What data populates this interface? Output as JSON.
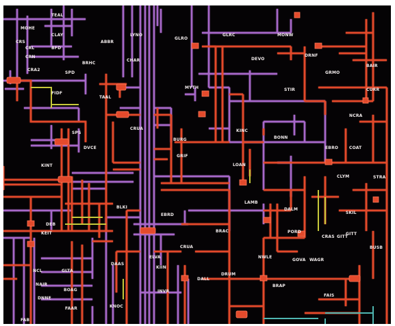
{
  "photo": {
    "subject": "Power grid control room mimic display",
    "colors": {
      "background": "#050305",
      "red_lines": "#e34a2c",
      "purple_lines": "#a768c9",
      "yellow_lines": "#c7c93a",
      "cyan_lines": "#4fb7b2",
      "label_text": "#f2ecec"
    },
    "labels": [
      {
        "id": "l1",
        "text": "MOHE"
      },
      {
        "id": "l2",
        "text": "CLAY"
      },
      {
        "id": "l3",
        "text": "CRS"
      },
      {
        "id": "l4",
        "text": "CRL"
      },
      {
        "id": "l5",
        "text": "BFD"
      },
      {
        "id": "l6",
        "text": "CRN"
      },
      {
        "id": "l7",
        "text": "CRA2"
      },
      {
        "id": "l8",
        "text": "FIDF"
      },
      {
        "id": "l9",
        "text": "TAAL"
      },
      {
        "id": "l10",
        "text": "BRHC"
      },
      {
        "id": "l11",
        "text": "ABBR"
      },
      {
        "id": "l12",
        "text": "CHAR"
      },
      {
        "id": "l13",
        "text": "LYNO"
      },
      {
        "id": "l14",
        "text": "GLRO"
      },
      {
        "id": "l15",
        "text": "GLRC"
      },
      {
        "id": "l16",
        "text": "MONW"
      },
      {
        "id": "l17",
        "text": "DEVO"
      },
      {
        "id": "l18",
        "text": "STIR"
      },
      {
        "id": "l19",
        "text": "DRNF"
      },
      {
        "id": "l20",
        "text": "GRMO"
      },
      {
        "id": "l21",
        "text": "BAIR"
      },
      {
        "id": "l22",
        "text": "CURR"
      },
      {
        "id": "l23",
        "text": "MYTH"
      },
      {
        "id": "l24",
        "text": "NCRA"
      },
      {
        "id": "l25",
        "text": "BONN"
      },
      {
        "id": "l26",
        "text": "KINC"
      },
      {
        "id": "l27",
        "text": "EBRO"
      },
      {
        "id": "l28",
        "text": "COAT"
      },
      {
        "id": "l29",
        "text": "GRIF"
      },
      {
        "id": "l30",
        "text": "BURG"
      },
      {
        "id": "l31",
        "text": "LOAN"
      },
      {
        "id": "l32",
        "text": "CRUA"
      },
      {
        "id": "l33",
        "text": "KINT"
      },
      {
        "id": "l34",
        "text": "DVCE"
      },
      {
        "id": "l35",
        "text": "BLKI"
      },
      {
        "id": "l36",
        "text": "EBRD"
      },
      {
        "id": "l37",
        "text": "BRAC"
      },
      {
        "id": "l38",
        "text": "LAMB"
      },
      {
        "id": "l39",
        "text": "DALM"
      },
      {
        "id": "l40",
        "text": "CLYM"
      },
      {
        "id": "l41",
        "text": "STRA"
      },
      {
        "id": "l42",
        "text": "SKIL"
      },
      {
        "id": "l43",
        "text": "PORD"
      },
      {
        "id": "l44",
        "text": "CRAS"
      },
      {
        "id": "l45",
        "text": "GITT"
      },
      {
        "id": "l46",
        "text": "NWLE"
      },
      {
        "id": "l47",
        "text": "GOVA"
      },
      {
        "id": "l48",
        "text": "WAGR"
      },
      {
        "id": "l49",
        "text": "BUSB"
      },
      {
        "id": "l50",
        "text": "DRUM"
      },
      {
        "id": "l51",
        "text": "DALL"
      },
      {
        "id": "l52",
        "text": "CRUA"
      },
      {
        "id": "l53",
        "text": "DAAS"
      },
      {
        "id": "l54",
        "text": "ELVA"
      },
      {
        "id": "l55",
        "text": "KIIN"
      },
      {
        "id": "l56",
        "text": "INVR"
      },
      {
        "id": "l57",
        "text": "KNOC"
      },
      {
        "id": "l58",
        "text": "BRAP"
      },
      {
        "id": "l59",
        "text": "FAIS"
      },
      {
        "id": "l60",
        "text": "KEIT"
      },
      {
        "id": "l61",
        "text": "NCL"
      },
      {
        "id": "l62",
        "text": "GLTA"
      },
      {
        "id": "l63",
        "text": "NAIR"
      },
      {
        "id": "l64",
        "text": "BOAG"
      },
      {
        "id": "l65",
        "text": "DNNE"
      },
      {
        "id": "l66",
        "text": "FAAR"
      },
      {
        "id": "l67",
        "text": "DEB"
      },
      {
        "id": "l68",
        "text": "TEAL"
      },
      {
        "id": "l69",
        "text": "SPD"
      },
      {
        "id": "l70",
        "text": "SPS"
      },
      {
        "id": "l71",
        "text": "GITT"
      },
      {
        "id": "l72",
        "text": "FAB"
      }
    ]
  }
}
